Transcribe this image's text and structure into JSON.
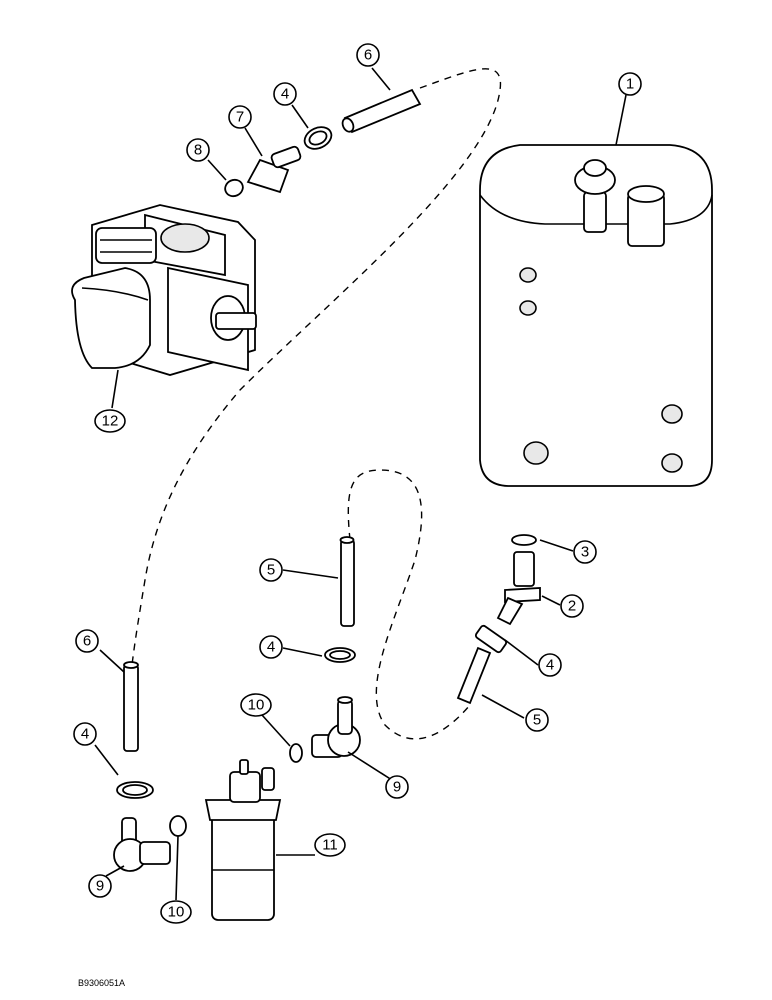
{
  "callouts": [
    {
      "id": "c1",
      "label": "1"
    },
    {
      "id": "c2",
      "label": "2"
    },
    {
      "id": "c3",
      "label": "3"
    },
    {
      "id": "c4a",
      "label": "4"
    },
    {
      "id": "c4b",
      "label": "4"
    },
    {
      "id": "c4c",
      "label": "4"
    },
    {
      "id": "c4d",
      "label": "4"
    },
    {
      "id": "c5a",
      "label": "5"
    },
    {
      "id": "c5b",
      "label": "5"
    },
    {
      "id": "c6a",
      "label": "6"
    },
    {
      "id": "c6b",
      "label": "6"
    },
    {
      "id": "c7",
      "label": "7"
    },
    {
      "id": "c8",
      "label": "8"
    },
    {
      "id": "c9a",
      "label": "9"
    },
    {
      "id": "c9b",
      "label": "9"
    },
    {
      "id": "c10a",
      "label": "10"
    },
    {
      "id": "c10b",
      "label": "10"
    },
    {
      "id": "c11",
      "label": "11"
    },
    {
      "id": "c12",
      "label": "12"
    }
  ],
  "figure_code": "B9306051A"
}
